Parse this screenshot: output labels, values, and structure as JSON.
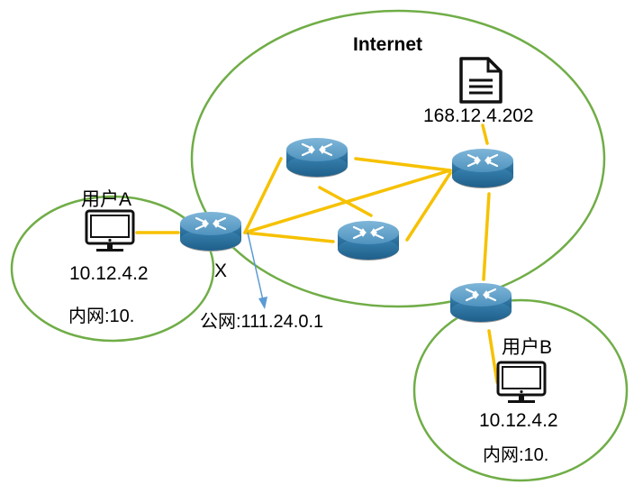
{
  "internet": {
    "label": "Internet"
  },
  "server": {
    "ip": "168.12.4.202",
    "icon": "document-icon"
  },
  "nat_router": {
    "marker": "X",
    "public_ip": "公网:111.24.0.1"
  },
  "user_a": {
    "name": "用户A",
    "ip": "10.12.4.2",
    "lan": "内网:10.",
    "icon": "monitor-icon"
  },
  "user_b": {
    "name": "用户B",
    "ip": "10.12.4.2",
    "lan": "内网:10.",
    "icon": "monitor-icon"
  },
  "colors": {
    "network_outline": "#70ad47",
    "link": "#f6c100",
    "router_top": "#5ea0c8",
    "router_side": "#2b6f9a",
    "arrow": "#5b9bd5"
  }
}
